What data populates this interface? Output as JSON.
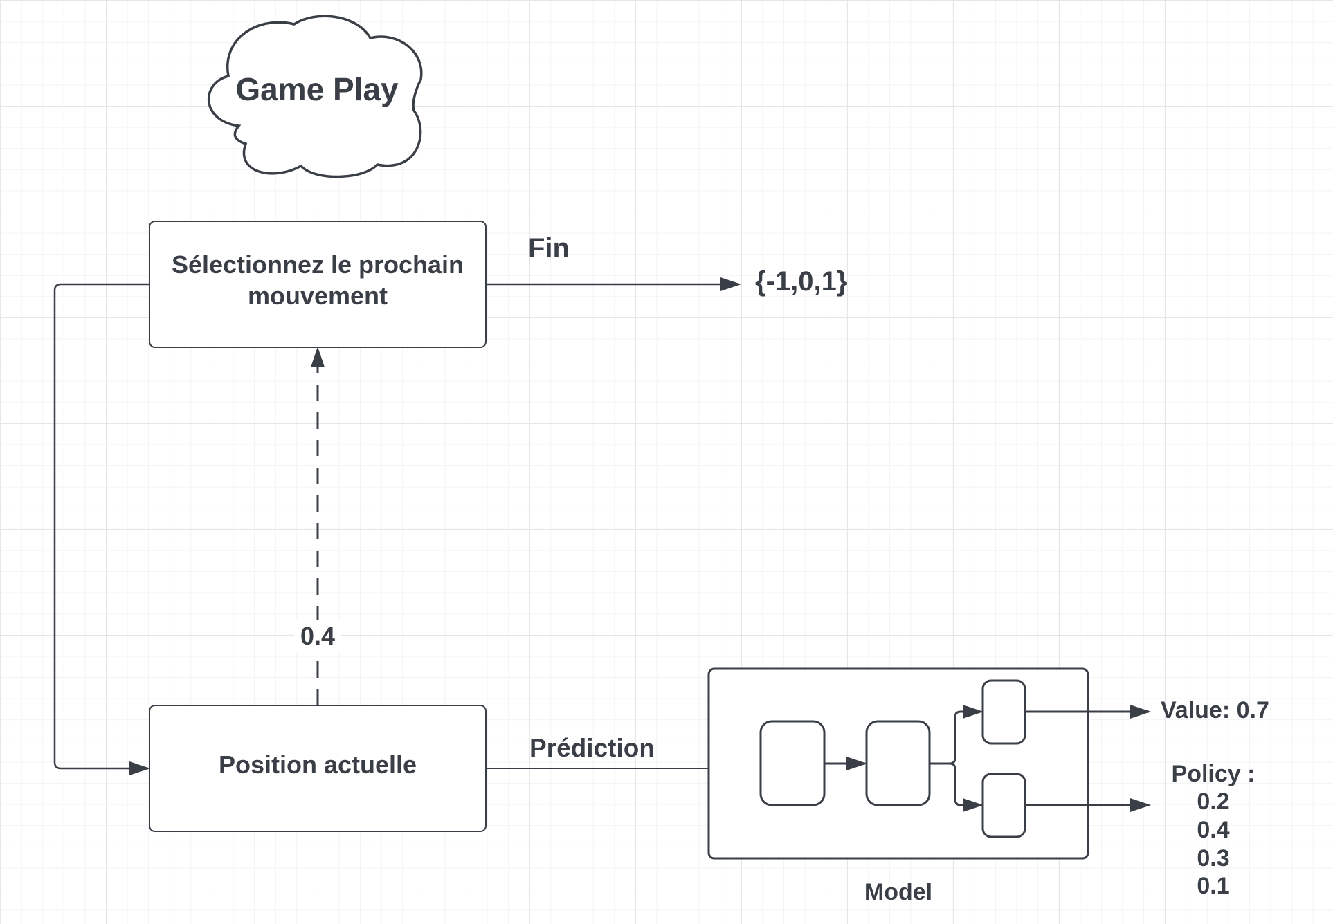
{
  "cloud": {
    "title": "Game Play"
  },
  "select_box": {
    "line1": "Sélectionnez le prochain",
    "line2": "mouvement"
  },
  "position_box": {
    "label": "Position actuelle"
  },
  "edges": {
    "end_label": "Fin",
    "end_target": "{-1,0,1}",
    "dashed_label": "0.4",
    "prediction_label": "Prédiction"
  },
  "model": {
    "label": "Model",
    "value_output": "Value: 0.7",
    "policy_title": "Policy :",
    "policy_values": [
      "0.2",
      "0.4",
      "0.3",
      "0.1"
    ]
  },
  "colors": {
    "stroke": "#3a3f47",
    "grid_major": "#e6e6e6",
    "grid_minor": "#f3f3f3"
  }
}
